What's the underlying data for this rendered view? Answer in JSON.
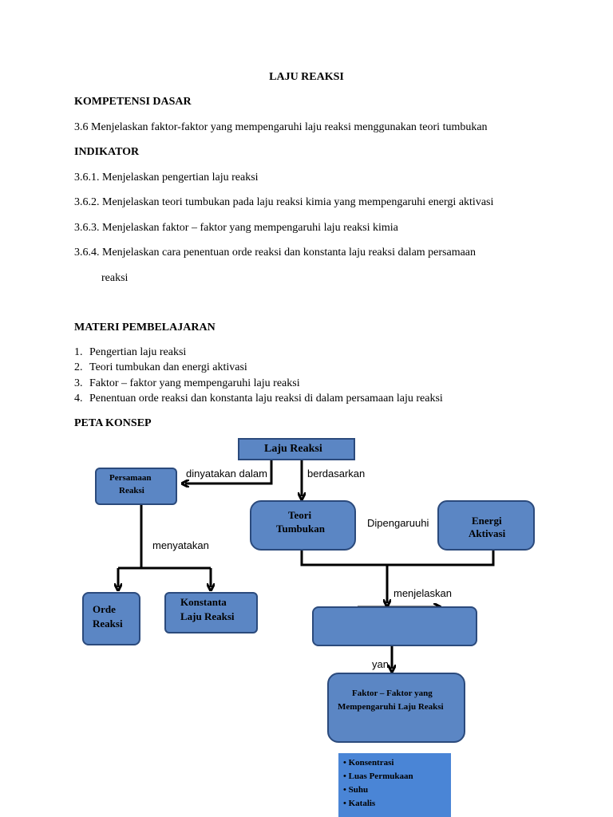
{
  "doc": {
    "title": "LAJU REAKSI",
    "kd_heading": "KOMPETENSI DASAR",
    "kd_text": "3.6 Menjelaskan faktor-faktor yang mempengaruhi laju reaksi menggunakan teori tumbukan",
    "indikator_heading": "INDIKATOR",
    "indikator": [
      "3.6.1. Menjelaskan pengertian laju reaksi",
      "3.6.2. Menjelaskan teori tumbukan pada laju reaksi kimia yang mempengaruhi energi aktivasi",
      "3.6.3. Menjelaskan faktor – faktor yang mempengaruhi laju reaksi kimia",
      "3.6.4. Menjelaskan cara penentuan orde reaksi dan konstanta  laju reaksi dalam persamaan"
    ],
    "indikator_cont": "reaksi",
    "materi_heading": "MATERI PEMBELAJARAN",
    "materi": [
      {
        "num": "1.",
        "text": "Pengertian laju reaksi"
      },
      {
        "num": "2.",
        "text": "Teori tumbukan dan energi aktivasi"
      },
      {
        "num": "3.",
        "text": "Faktor – faktor yang mempengaruhi laju reaksi"
      },
      {
        "num": "4.",
        "text": "Penentuan orde reaksi dan konstanta laju reaksi di dalam persamaan laju reaksi"
      }
    ],
    "peta_heading": "PETA KONSEP"
  },
  "diagram": {
    "laju": "Laju Reaksi",
    "persamaan_1": "Persamaan",
    "persamaan_2": "Reaksi",
    "teori_1": "Teori",
    "teori_2": "Tumbukan",
    "energi_1": "Energi",
    "energi_2": "Aktivasi",
    "orde_1": "Orde",
    "orde_2": "Reaksi",
    "konstanta_1": "Konstanta",
    "konstanta_2": "Laju Reaksi",
    "faktor_1": "Faktor – Faktor yang",
    "faktor_2": "Mempengaruhi Laju Reaksi",
    "lbl_dinyatakan": "dinyatakan dalam",
    "lbl_berdasarkan": "berdasarkan",
    "lbl_dipengaruhi": "Dipengaruuhi",
    "lbl_menyatakan": "menyatakan",
    "lbl_menjelaskan": "menjelaskan",
    "lbl_yang": "yan",
    "factors": [
      "• Konsentrasi",
      "• Luas Permukaan",
      "• Suhu",
      "• Katalis"
    ],
    "colors": {
      "box_fill": "#5b86c4",
      "box_border": "#2b4a7c",
      "factor_fill": "#4a85d6"
    }
  }
}
